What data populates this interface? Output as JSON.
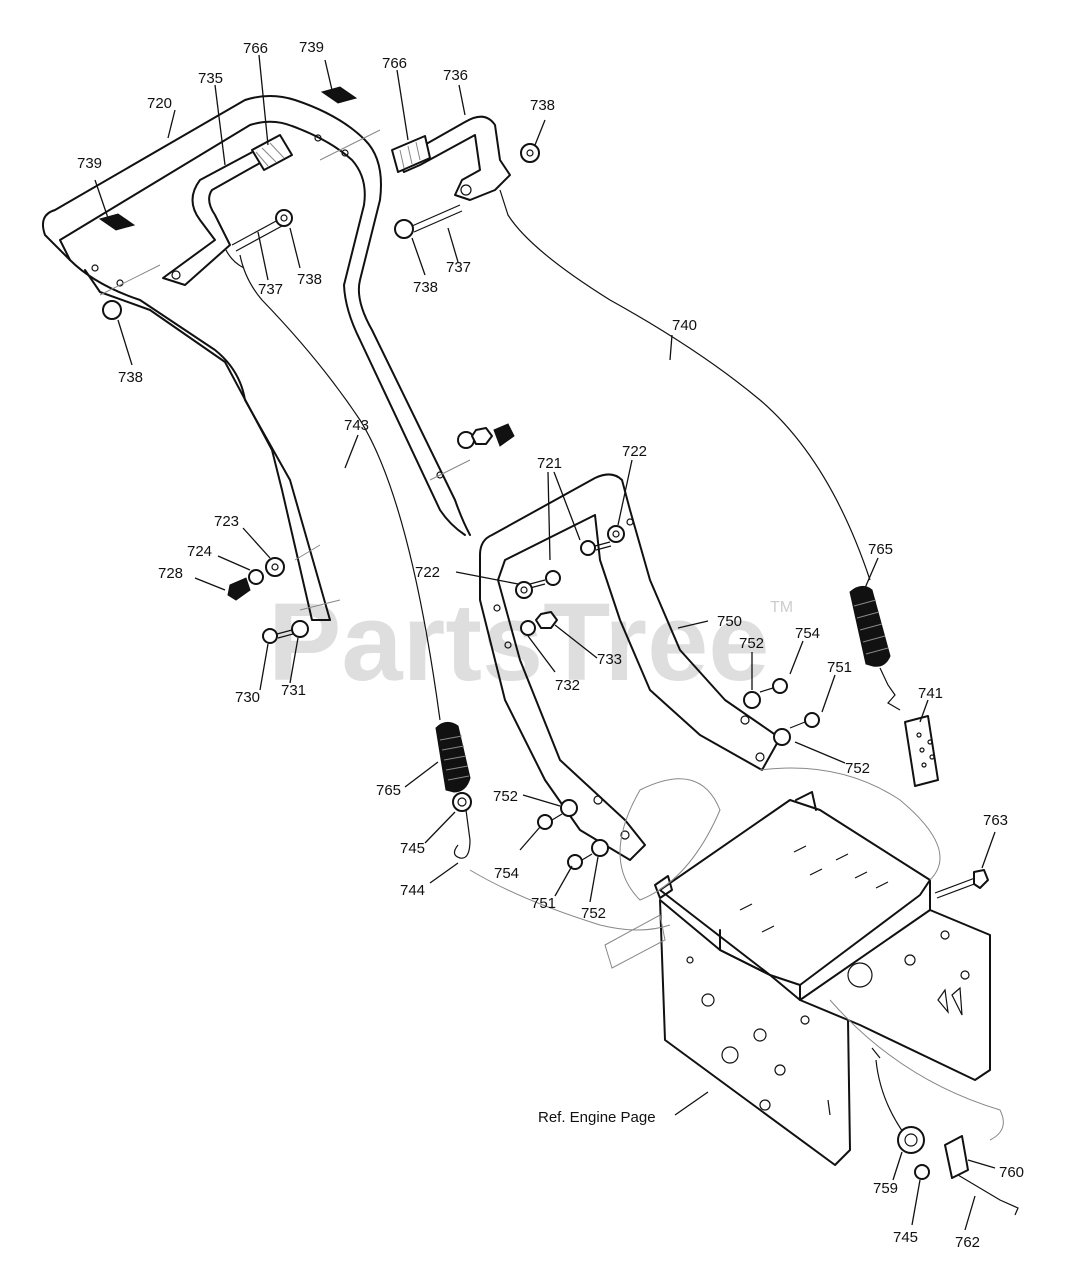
{
  "watermark": {
    "brand": "PartsTree",
    "trademark": "TM"
  },
  "callouts": [
    {
      "id": "c720a",
      "text": "720"
    },
    {
      "id": "c735",
      "text": "735"
    },
    {
      "id": "c766a",
      "text": "766"
    },
    {
      "id": "c739a",
      "text": "739"
    },
    {
      "id": "c766b",
      "text": "766"
    },
    {
      "id": "c736",
      "text": "736"
    },
    {
      "id": "c738a",
      "text": "738"
    },
    {
      "id": "c739b",
      "text": "739"
    },
    {
      "id": "c737a",
      "text": "737"
    },
    {
      "id": "c738b",
      "text": "738"
    },
    {
      "id": "c737b",
      "text": "737"
    },
    {
      "id": "c738c",
      "text": "738"
    },
    {
      "id": "c738d",
      "text": "738"
    },
    {
      "id": "c740",
      "text": "740"
    },
    {
      "id": "c743",
      "text": "743"
    },
    {
      "id": "c721",
      "text": "721"
    },
    {
      "id": "c722a",
      "text": "722"
    },
    {
      "id": "c723",
      "text": "723"
    },
    {
      "id": "c724",
      "text": "724"
    },
    {
      "id": "c728",
      "text": "728"
    },
    {
      "id": "c722b",
      "text": "722"
    },
    {
      "id": "c765a",
      "text": "765"
    },
    {
      "id": "c750",
      "text": "750"
    },
    {
      "id": "c752a",
      "text": "752"
    },
    {
      "id": "c754a",
      "text": "754"
    },
    {
      "id": "c733",
      "text": "733"
    },
    {
      "id": "c732",
      "text": "732"
    },
    {
      "id": "c730",
      "text": "730"
    },
    {
      "id": "c731",
      "text": "731"
    },
    {
      "id": "c751a",
      "text": "751"
    },
    {
      "id": "c741",
      "text": "741"
    },
    {
      "id": "c752b",
      "text": "752"
    },
    {
      "id": "c765b",
      "text": "765"
    },
    {
      "id": "c752c",
      "text": "752"
    },
    {
      "id": "c745a",
      "text": "745"
    },
    {
      "id": "c754b",
      "text": "754"
    },
    {
      "id": "c744",
      "text": "744"
    },
    {
      "id": "c751b",
      "text": "751"
    },
    {
      "id": "c752d",
      "text": "752"
    },
    {
      "id": "c763",
      "text": "763"
    },
    {
      "id": "c760",
      "text": "760"
    },
    {
      "id": "c759",
      "text": "759"
    },
    {
      "id": "c745b",
      "text": "745"
    },
    {
      "id": "c762",
      "text": "762"
    }
  ],
  "reference_note": "Ref. Engine Page"
}
